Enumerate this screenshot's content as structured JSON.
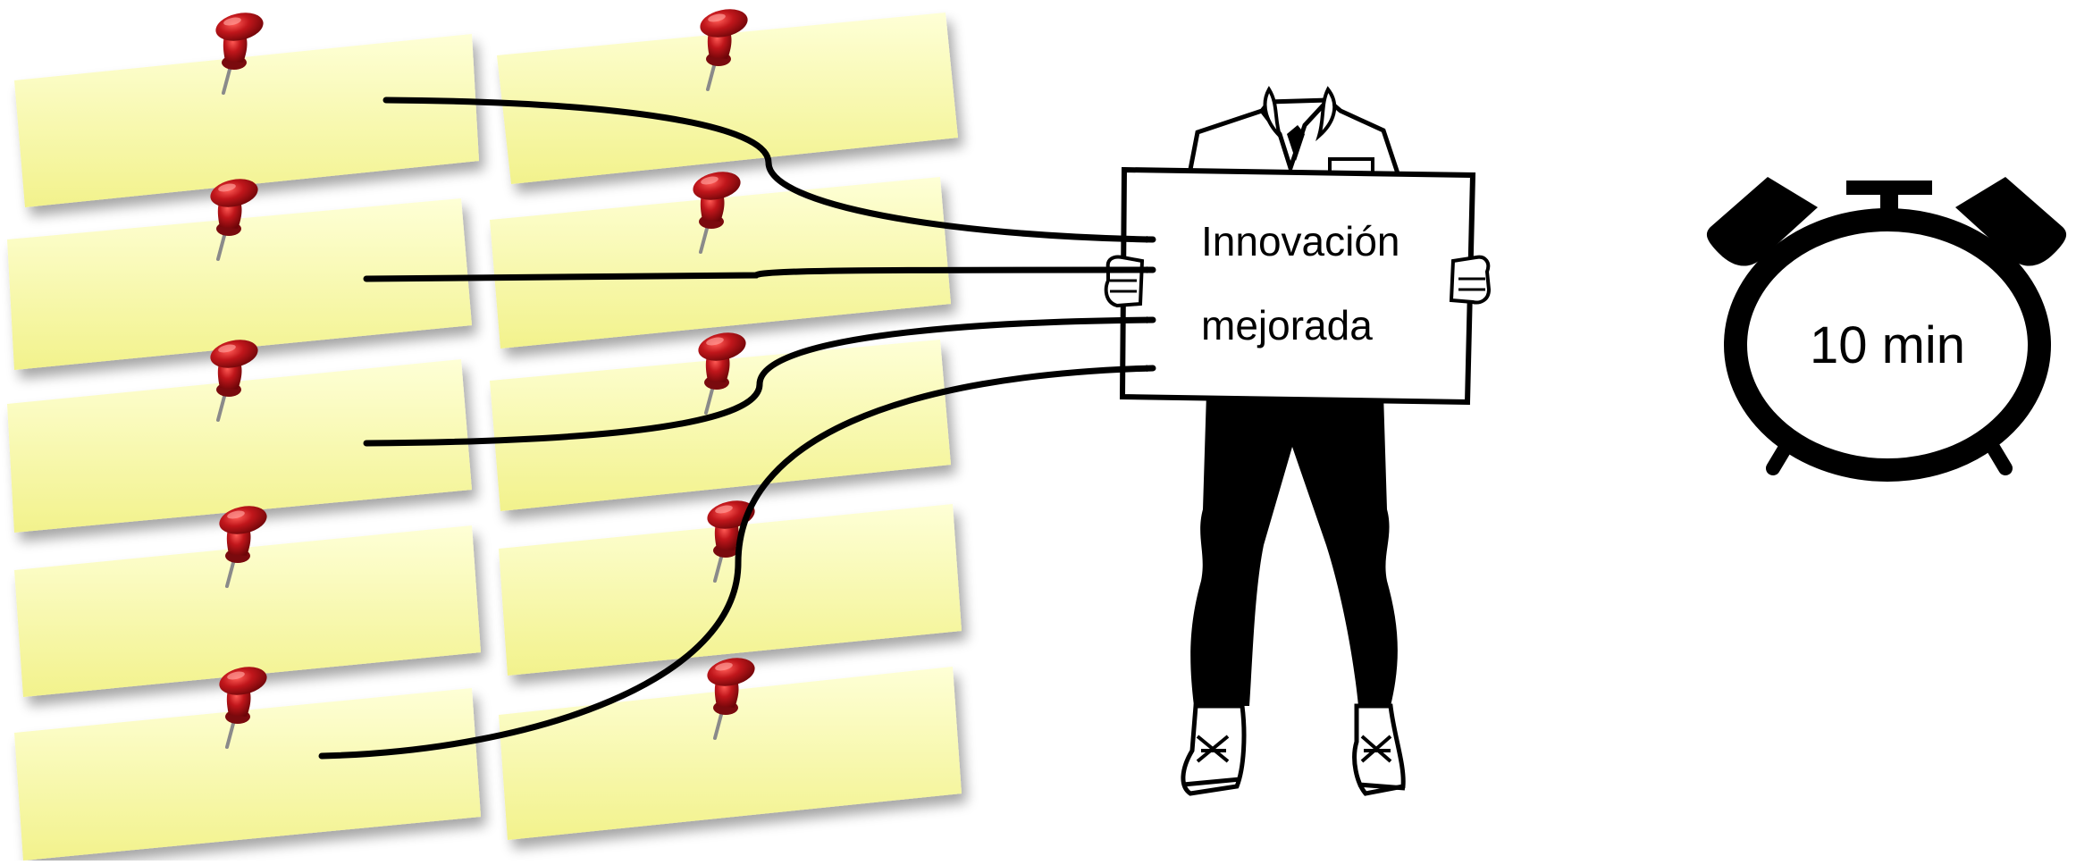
{
  "sign": {
    "line1": "Innovación",
    "line2": "mejorada"
  },
  "timer": {
    "label": "10 min"
  },
  "notes": {
    "count": 10
  },
  "colors": {
    "note_fill_top": "#feffd8",
    "note_fill_bottom": "#f3f38a",
    "pin_red": "#c0161b",
    "pin_dark": "#6d0508",
    "ink": "#000000",
    "background": "#ffffff"
  },
  "icons": {
    "pin": "pushpin-icon",
    "clock": "alarm-clock-icon",
    "figure": "person-holding-sign-icon",
    "arrow": "arrow-icon"
  }
}
